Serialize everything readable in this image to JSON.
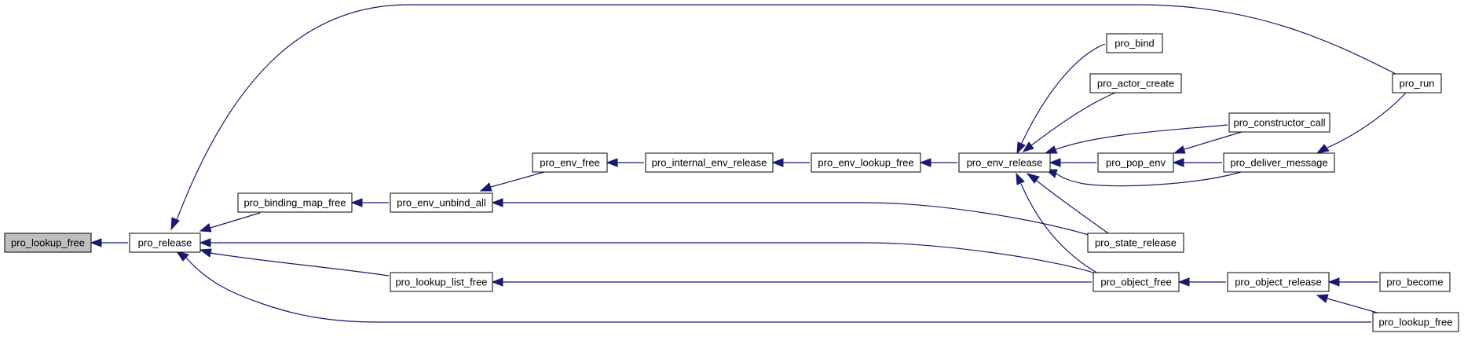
{
  "graph": {
    "colors": {
      "edge": "#191970",
      "node_border": "#000000",
      "node_fill": "#ffffff",
      "root_fill": "#bfbfbf"
    },
    "nodes": {
      "root": "pro_lookup_free",
      "pro_release": "pro_release",
      "pro_binding_map_free": "pro_binding_map_free",
      "pro_env_unbind_all": "pro_env_unbind_all",
      "pro_lookup_list_free": "pro_lookup_list_free",
      "pro_env_free": "pro_env_free",
      "pro_internal_env_release": "pro_internal_env_release",
      "pro_env_lookup_free": "pro_env_lookup_free",
      "pro_env_release": "pro_env_release",
      "pro_bind": "pro_bind",
      "pro_actor_create": "pro_actor_create",
      "pro_pop_env": "pro_pop_env",
      "pro_constructor_call": "pro_constructor_call",
      "pro_deliver_message": "pro_deliver_message",
      "pro_state_release": "pro_state_release",
      "pro_object_free": "pro_object_free",
      "pro_object_release": "pro_object_release",
      "pro_become": "pro_become",
      "pro_lookup_free_caller": "pro_lookup_free",
      "pro_run": "pro_run"
    }
  }
}
